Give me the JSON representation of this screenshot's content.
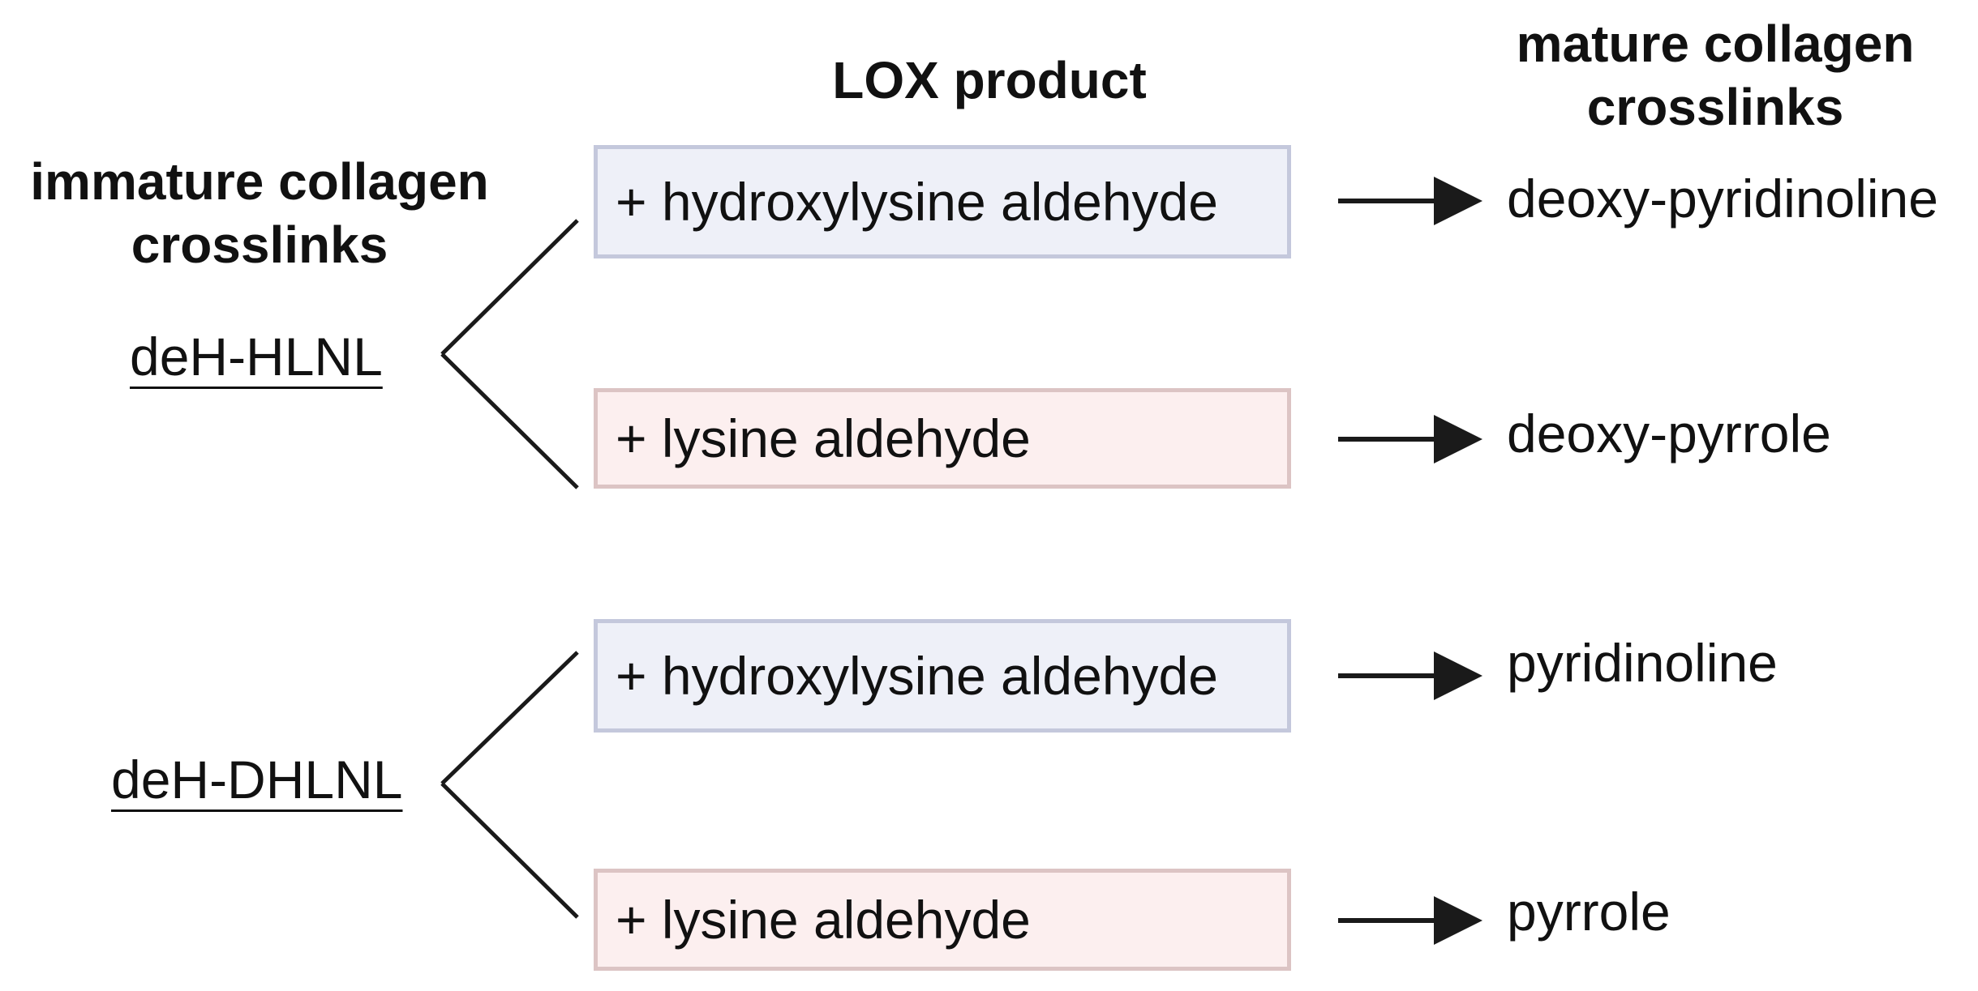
{
  "headers": {
    "immature_line1": "immature collagen",
    "immature_line2": "crosslinks",
    "lox": "LOX product",
    "mature_line1": "mature collagen",
    "mature_line2": "crosslinks"
  },
  "groups": [
    {
      "source": "deH-HLNL",
      "rows": [
        {
          "lox_product": "+ hydroxylysine aldehyde",
          "mature_crosslink": "deoxy-pyridinoline"
        },
        {
          "lox_product": "+ lysine aldehyde",
          "mature_crosslink": "deoxy-pyrrole"
        }
      ]
    },
    {
      "source": "deH-DHLNL",
      "rows": [
        {
          "lox_product": "+ hydroxylysine aldehyde",
          "mature_crosslink": "pyridinoline"
        },
        {
          "lox_product": "+ lysine aldehyde",
          "mature_crosslink": "pyrrole"
        }
      ]
    }
  ],
  "colors": {
    "hydroxylysine_box_fill": "#eef0f8",
    "hydroxylysine_box_border": "#c4c8dc",
    "lysine_box_fill": "#fcefef",
    "lysine_box_border": "#dcc4c4",
    "line": "#1a1a1a"
  }
}
